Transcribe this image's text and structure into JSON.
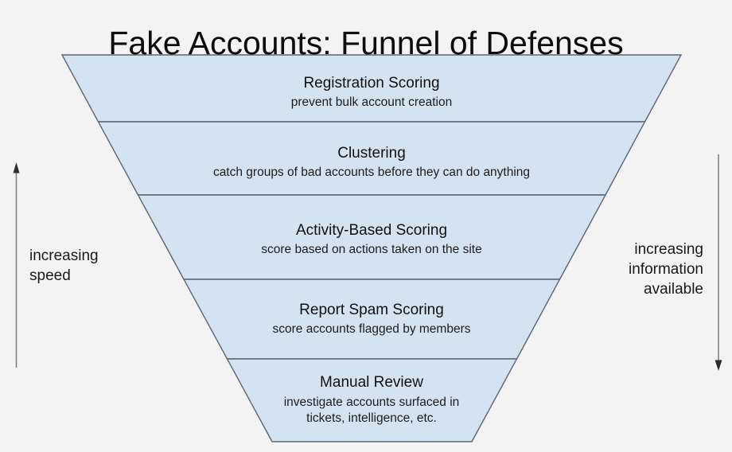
{
  "title": "Fake Accounts: Funnel of Defenses",
  "funnel": {
    "sections": [
      {
        "name": "Registration Scoring",
        "description": "prevent bulk account creation"
      },
      {
        "name": "Clustering",
        "description": "catch groups of bad accounts before they can do anything"
      },
      {
        "name": "Activity-Based Scoring",
        "description": "score based on actions taken on the site"
      },
      {
        "name": "Report Spam Scoring",
        "description": "score accounts flagged by members"
      },
      {
        "name": "Manual Review",
        "description": "investigate accounts surfaced in tickets, intelligence, etc."
      }
    ]
  },
  "side_labels": {
    "left": {
      "text": "increasing speed",
      "arrow_direction": "up"
    },
    "right": {
      "text": "increasing information available",
      "arrow_direction": "down"
    }
  },
  "colors": {
    "background": "#f3f3f3",
    "funnel_fill": "#d4e3f2",
    "funnel_stroke": "#5b6670",
    "arrow_line": "#7a7a7a",
    "arrow_head": "#2e2e2e",
    "text": "#111111"
  }
}
